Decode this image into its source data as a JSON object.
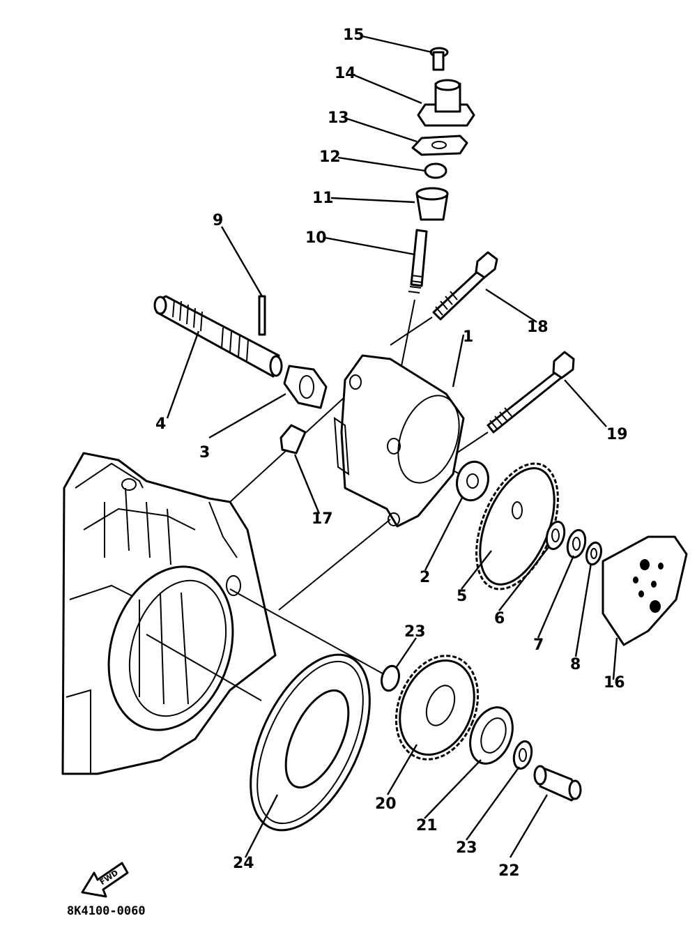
{
  "diagram": {
    "code": "8K4100-0060",
    "fwd_label": "FWD",
    "part_labels": [
      {
        "id": "p1",
        "text": "1"
      },
      {
        "id": "p2",
        "text": "2"
      },
      {
        "id": "p3",
        "text": "3"
      },
      {
        "id": "p4",
        "text": "4"
      },
      {
        "id": "p5",
        "text": "5"
      },
      {
        "id": "p6",
        "text": "6"
      },
      {
        "id": "p7",
        "text": "7"
      },
      {
        "id": "p8",
        "text": "8"
      },
      {
        "id": "p9",
        "text": "9"
      },
      {
        "id": "p10",
        "text": "10"
      },
      {
        "id": "p11",
        "text": "11"
      },
      {
        "id": "p12",
        "text": "12"
      },
      {
        "id": "p13",
        "text": "13"
      },
      {
        "id": "p14",
        "text": "14"
      },
      {
        "id": "p15",
        "text": "15"
      },
      {
        "id": "p16",
        "text": "16"
      },
      {
        "id": "p17",
        "text": "17"
      },
      {
        "id": "p18",
        "text": "18"
      },
      {
        "id": "p19",
        "text": "19"
      },
      {
        "id": "p20",
        "text": "20"
      },
      {
        "id": "p21",
        "text": "21"
      },
      {
        "id": "p22",
        "text": "22"
      },
      {
        "id": "p23a",
        "text": "23"
      },
      {
        "id": "p23b",
        "text": "23"
      },
      {
        "id": "p24",
        "text": "24"
      }
    ]
  }
}
